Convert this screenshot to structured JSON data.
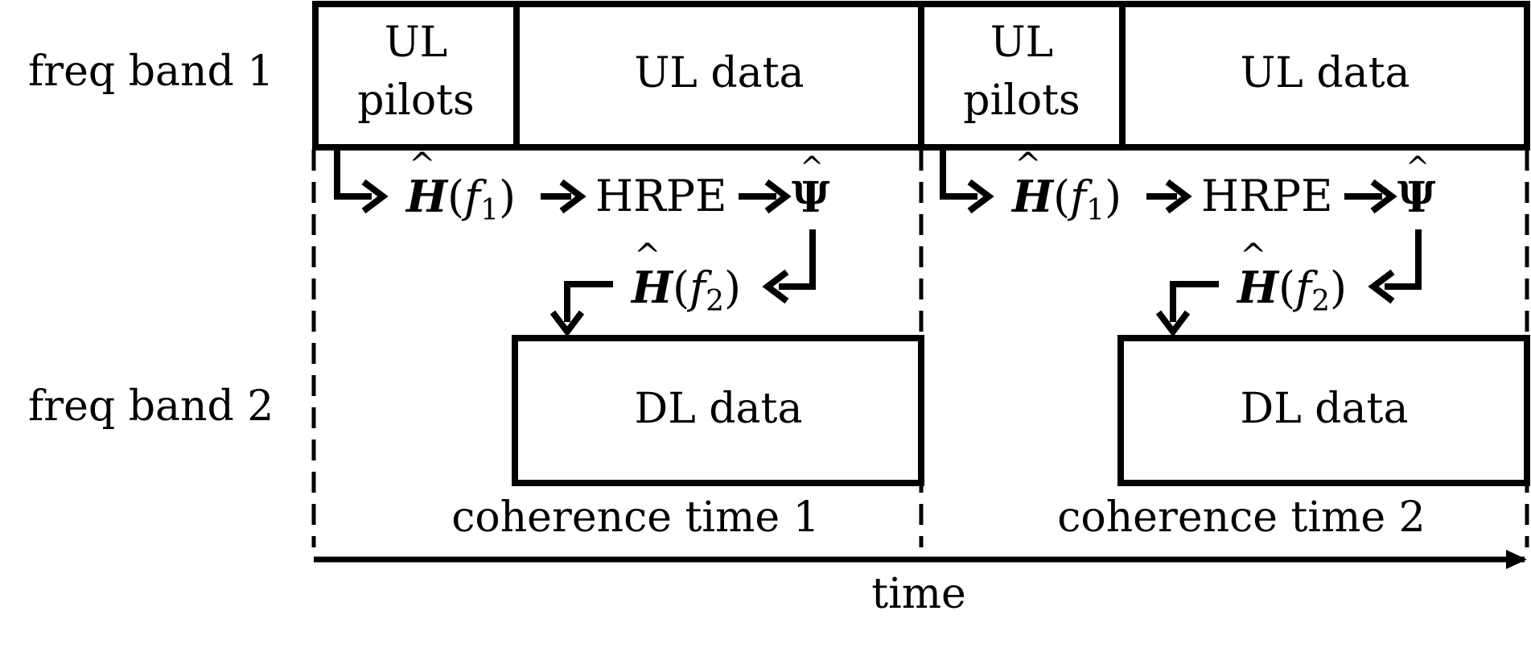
{
  "row_labels": {
    "band1": "freq band 1",
    "band2": "freq band 2"
  },
  "blocks": {
    "ul_pilots_line1": "UL",
    "ul_pilots_line2": "pilots",
    "ul_data": "UL data",
    "dl_data": "DL data"
  },
  "pipeline": {
    "h_symbol": "H",
    "hat": "^",
    "f_symbol": "f",
    "sub_1": "1",
    "sub_2": "2",
    "lparen": "(",
    "rparen": ")",
    "hrpe": "HRPE",
    "psi_symbol": "Ψ"
  },
  "intervals": [
    {
      "label": "coherence time 1"
    },
    {
      "label": "coherence time 2"
    }
  ],
  "axis": {
    "label": "time"
  }
}
